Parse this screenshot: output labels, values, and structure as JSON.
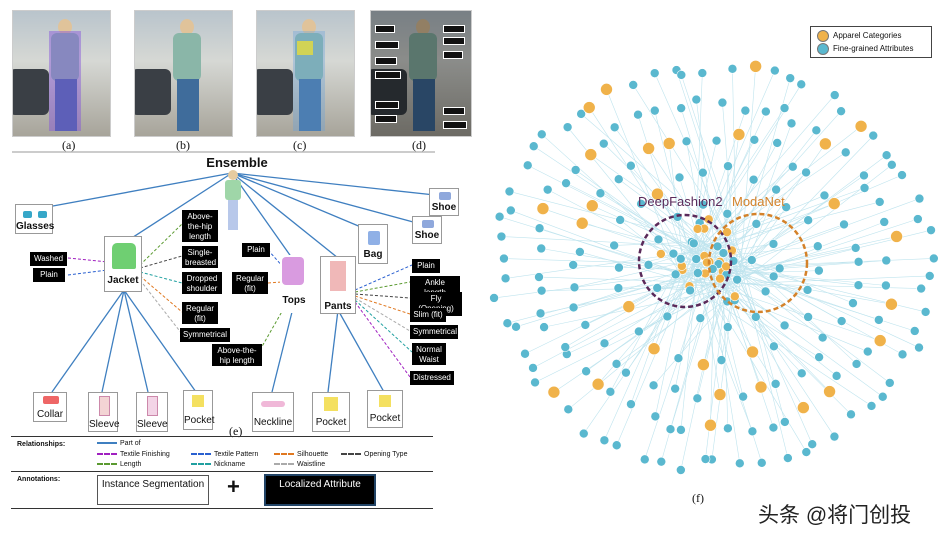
{
  "panels": {
    "captions": [
      "(a)",
      "(b)",
      "(c)",
      "(d)",
      "(e)",
      "(f)"
    ]
  },
  "diagram": {
    "root": "Ensemble",
    "categories": {
      "glasses": "Glasses",
      "jacket": "Jacket",
      "tops": "Tops",
      "pants": "Pants",
      "bag": "Bag",
      "shoe_top": "Shoe",
      "shoe": "Shoe"
    },
    "jacket_attrs_left": [
      "Washed",
      "Plain"
    ],
    "jacket_attrs_right": [
      "Above-the-hip length",
      "Single-breasted",
      "Dropped shoulder",
      "Regular (fit)",
      "Symmetrical"
    ],
    "tops_attrs": [
      "Plain",
      "Regular (fit)",
      "Above-the-hip length"
    ],
    "pants_attrs": [
      "Plain",
      "Ankle length",
      "Fly (Opening)",
      "Slim (fit)",
      "Symmetrical",
      "Normal Waist",
      "Distressed"
    ],
    "parts": {
      "collar": "Collar",
      "sleeve1": "Sleeve",
      "sleeve2": "Sleeve",
      "pocket1": "Pocket",
      "neckline": "Neckline",
      "pocket2": "Pocket",
      "pocket3": "Pocket"
    }
  },
  "legend": {
    "relationships_title": "Relationships:",
    "annotations_title": "Annotations:",
    "items": [
      {
        "label": "Part of",
        "color": "#3f7fc0"
      },
      {
        "label": "Textile Finishing",
        "color": "#a020c0"
      },
      {
        "label": "Textile Pattern",
        "color": "#2a60d0"
      },
      {
        "label": "Silhouette",
        "color": "#e07820"
      },
      {
        "label": "Opening Type",
        "color": "#444444"
      },
      {
        "label": "Length",
        "color": "#5a9a30"
      },
      {
        "label": "Nickname",
        "color": "#20a0a0"
      },
      {
        "label": "Waistline",
        "color": "#aaaaaa"
      }
    ],
    "instance_seg": "Instance Segmentation",
    "plus": "+",
    "localized_attr": "Localized Attribute"
  },
  "graph": {
    "legend_categories": "Apparel Categories",
    "legend_attributes": "Fine-grained Attributes",
    "category_color": "#f0b24a",
    "attribute_color": "#5ab8cf",
    "circle_left_label": "DeepFashion2",
    "circle_right_label": "ModaNet",
    "left_color": "#5a2a5a",
    "right_color": "#d4822a"
  },
  "watermark": "头条 @将门创投"
}
